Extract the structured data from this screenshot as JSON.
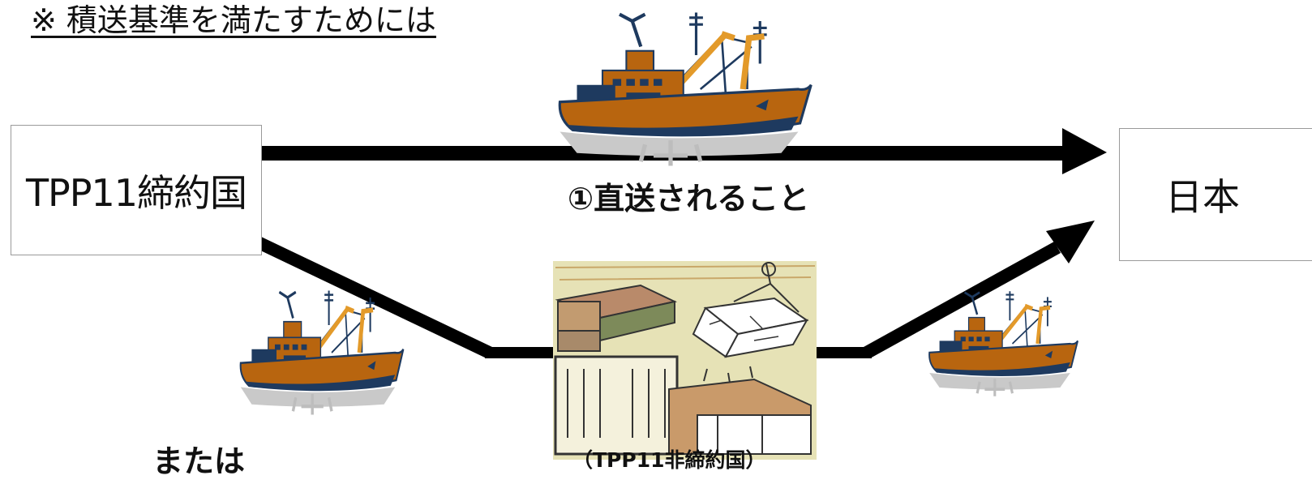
{
  "heading": "※ 積送基準を満たすためには",
  "origin_box": {
    "label": "TPP11締約国"
  },
  "destination_box": {
    "label": "日本"
  },
  "route_direct": {
    "label": "①直送されること"
  },
  "route_transit": {
    "alt_label": "または",
    "transit_label": "（TPP11非締約国）"
  },
  "colors": {
    "arrow": "#000000",
    "ship_hull": "#b8650f",
    "ship_hull_dark": "#1e3a5f",
    "crane": "#e39a2a",
    "cargo_bg": "#e6e2b6"
  },
  "icons": [
    "cargo-ship-icon-large",
    "cargo-ship-icon-left",
    "cargo-ship-icon-right",
    "cargo-crates-illustration"
  ]
}
